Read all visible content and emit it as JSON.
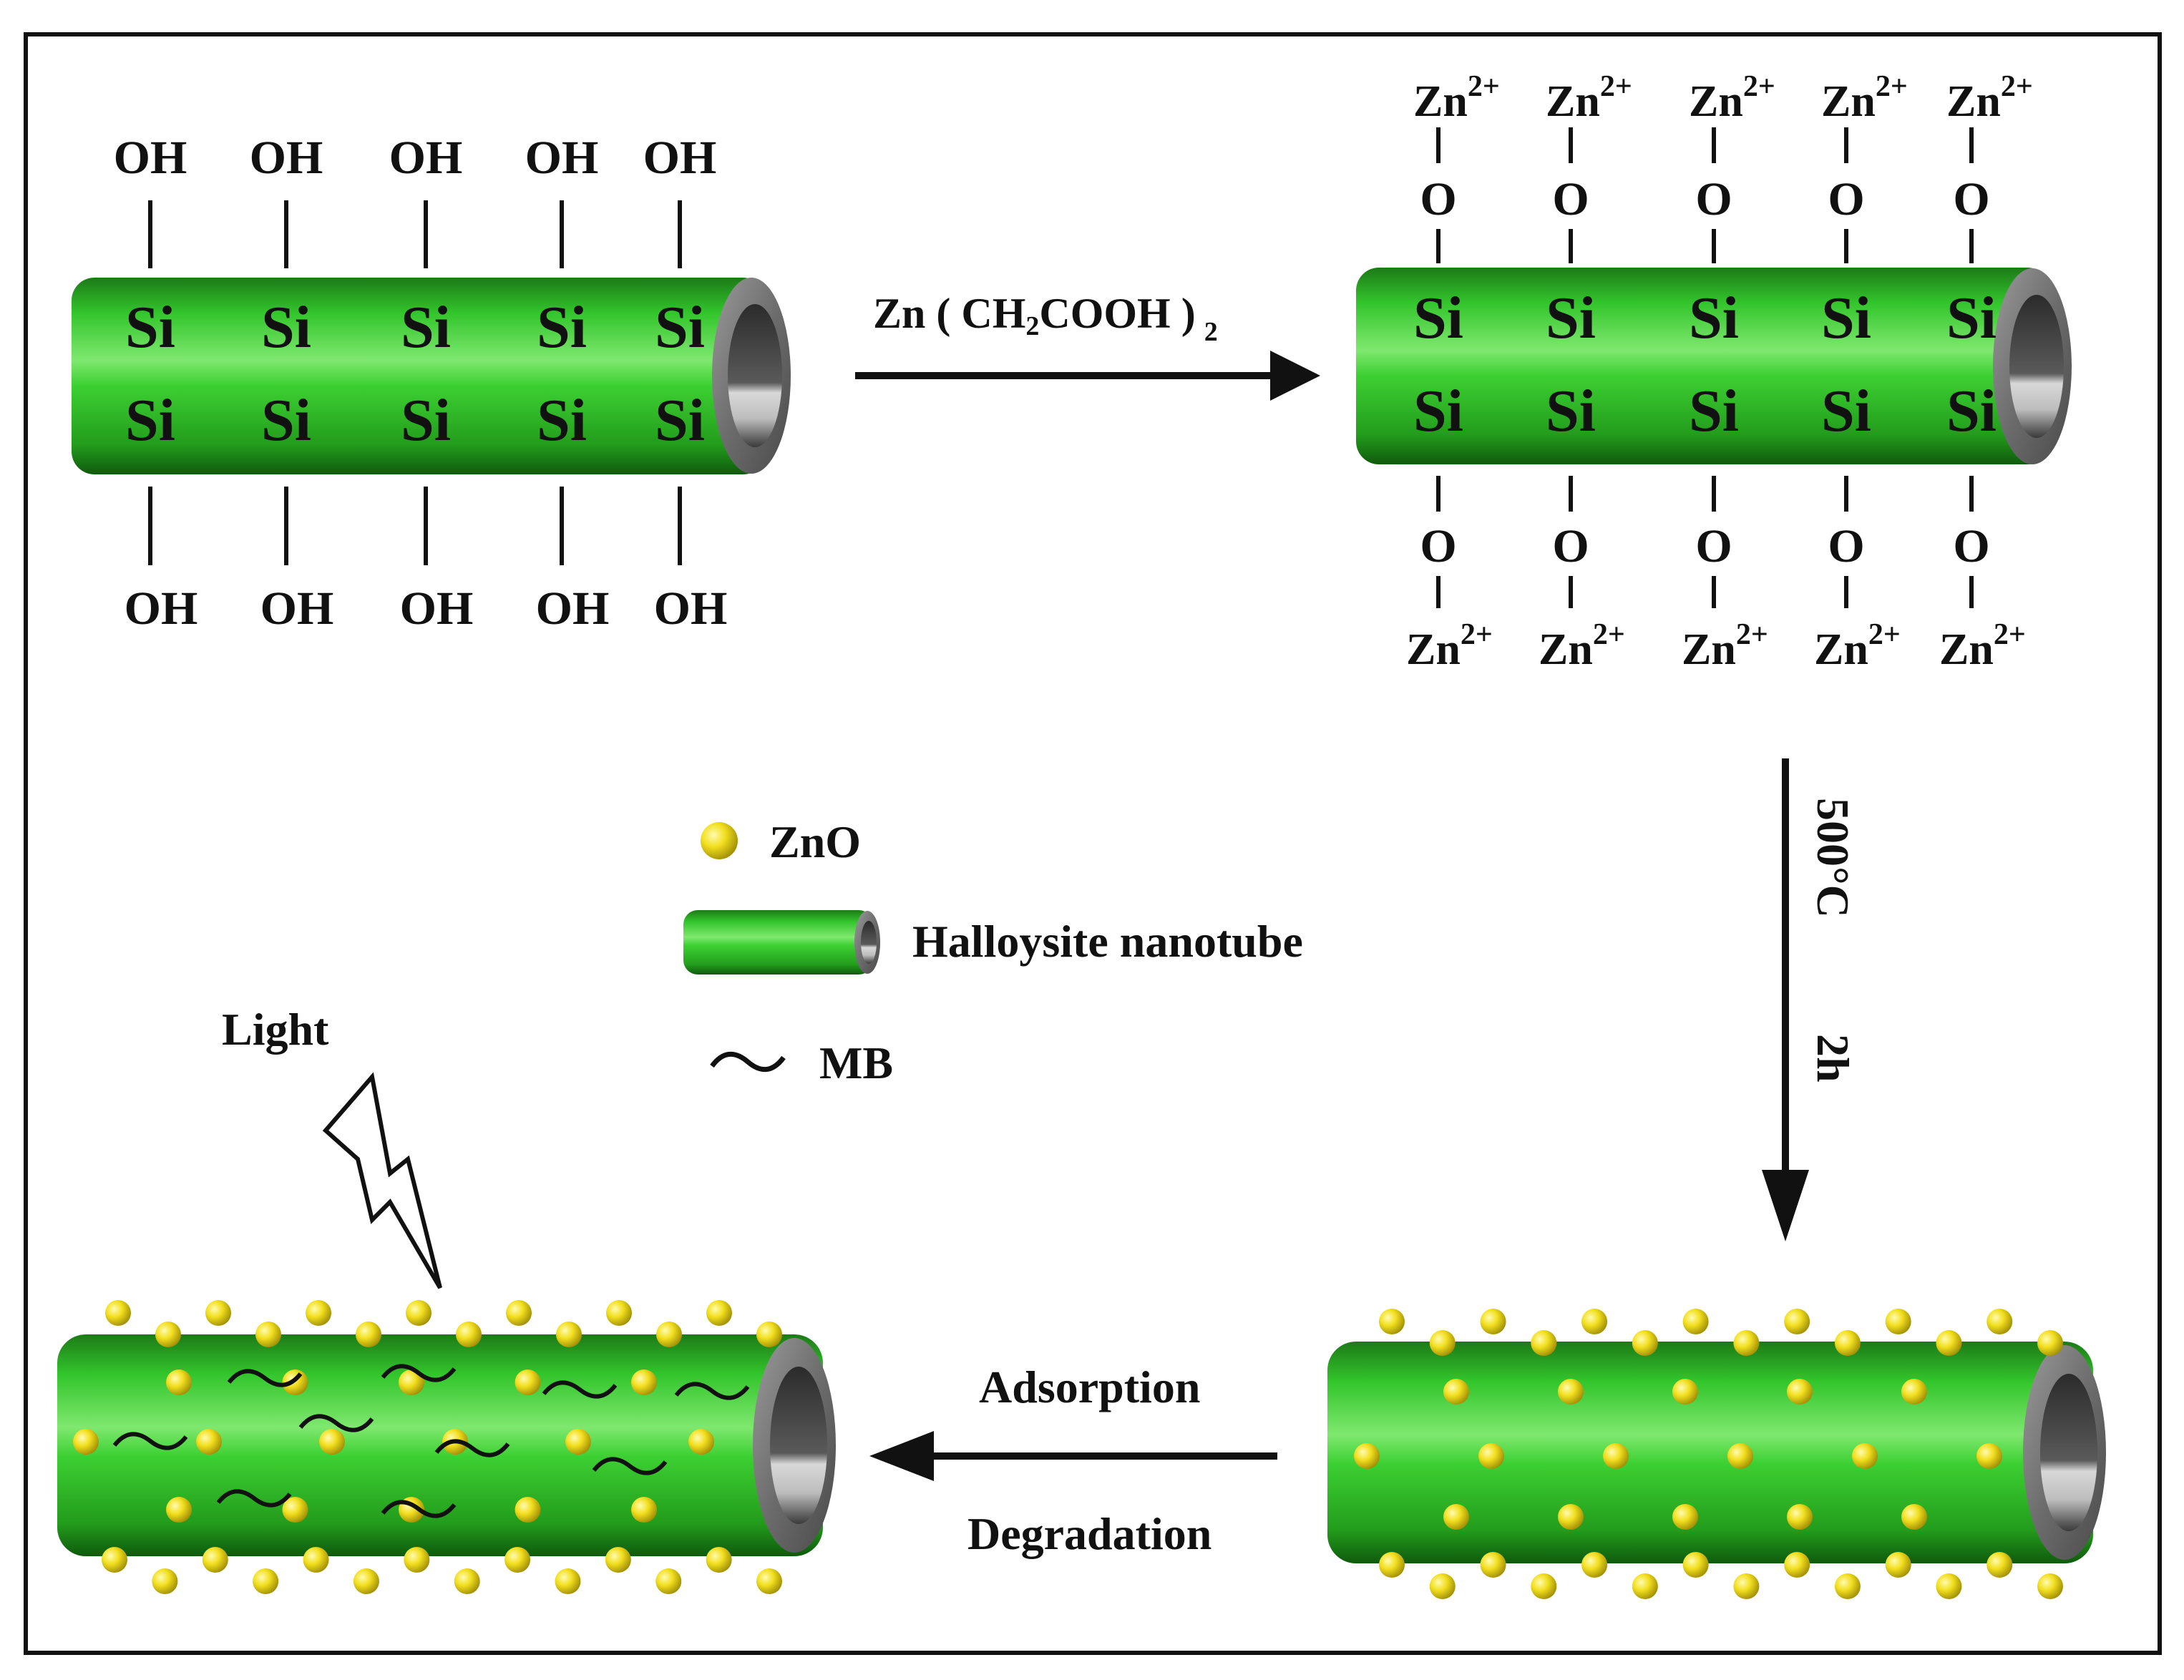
{
  "panel_tl": {
    "top_groups": [
      "OH",
      "OH",
      "OH",
      "OH",
      "OH"
    ],
    "bottom_groups": [
      "OH",
      "OH",
      "OH",
      "OH",
      "OH"
    ],
    "atoms_row1": [
      "Si",
      "Si",
      "Si",
      "Si",
      "Si"
    ],
    "atoms_row2": [
      "Si",
      "Si",
      "Si",
      "Si",
      "Si"
    ]
  },
  "reagent": {
    "prefix": "Zn ( CH",
    "sub1": "2",
    "mid": "COOH )",
    "sub2": "2"
  },
  "panel_tr": {
    "zn_base": "Zn",
    "zn_charge": "2+",
    "oxygen": "O",
    "atoms_row1": [
      "Si",
      "Si",
      "Si",
      "Si",
      "Si"
    ],
    "atoms_row2": [
      "Si",
      "Si",
      "Si",
      "Si",
      "Si"
    ]
  },
  "calcination": {
    "temperature": "500°C",
    "time": "2h"
  },
  "legend": {
    "items": [
      {
        "name": "ZnO",
        "icon": "yellow-sphere"
      },
      {
        "name": "Halloysite nanotube",
        "icon": "green-tube"
      },
      {
        "name": "MB",
        "icon": "tilde-wave"
      }
    ]
  },
  "light_label": "Light",
  "process": {
    "top": "Adsorption",
    "bottom": "Degradation"
  },
  "colors": {
    "tube_green": "#2fbf2a",
    "zno_yellow": "#e8d41a",
    "tube_end_gray": "#7a7a7a"
  }
}
